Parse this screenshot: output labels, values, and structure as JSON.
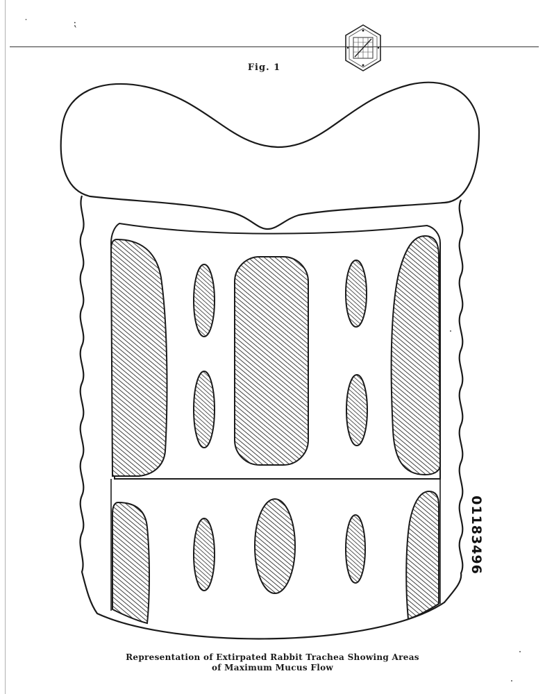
{
  "figure": {
    "label": "Fig. 1",
    "caption_line1": "Representation of Extirpated Rabbit Trachea Showing Areas",
    "caption_line2": "of Maximum Mucus Flow"
  },
  "document": {
    "control_number": "01183496"
  },
  "colors": {
    "ink": "#1a1a1a",
    "hatch": "#333333",
    "paper": "#ffffff"
  },
  "logo": {
    "icon": "hexagonal-stamp-icon"
  }
}
